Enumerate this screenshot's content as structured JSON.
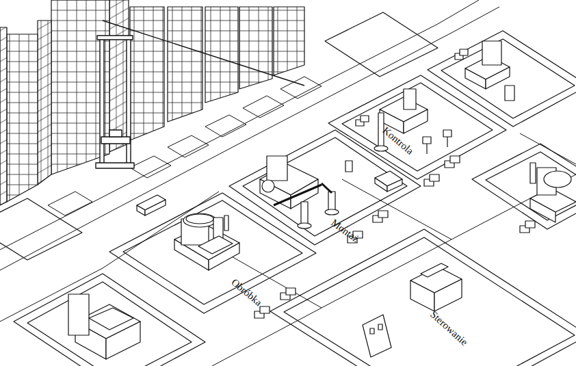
{
  "diagram": {
    "labels": [
      "Obróbka",
      "Montaż",
      "Kontrola",
      "Sterowanie"
    ]
  }
}
